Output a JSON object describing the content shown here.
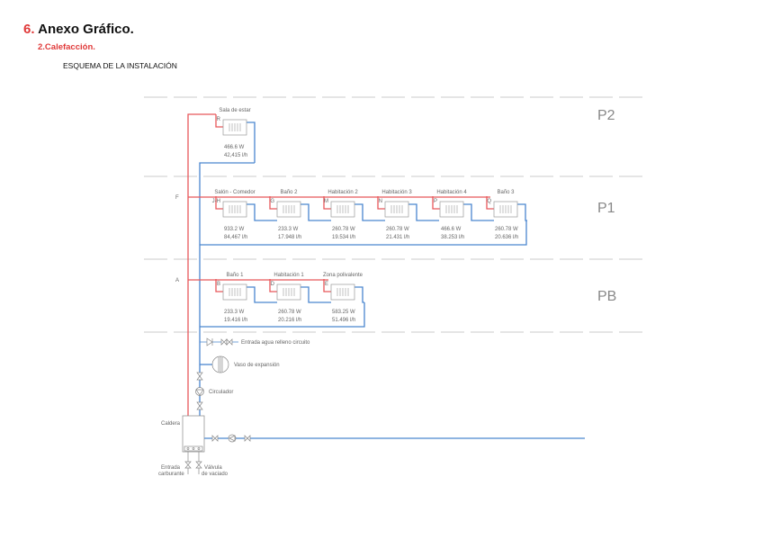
{
  "header": {
    "section_number": "6.",
    "section_title": "Anexo Gráfico.",
    "subsection": "2.Calefacción.",
    "heading": "ESQUEMA DE LA INSTALACIÓN"
  },
  "colors": {
    "supply": "#e8585b",
    "return": "#4a86cf",
    "accent": "#e03a3a"
  },
  "levels": {
    "p2": "P2",
    "p1": "P1",
    "pb": "PB"
  },
  "nodes": {
    "f": "F",
    "a": "A"
  },
  "rooms": [
    {
      "name": "Sala de estar",
      "tag": "R",
      "power": "466.6 W",
      "flow": "42,415 l/h"
    },
    {
      "name": "Salón - Comedor",
      "tag": "J-H",
      "power": "933.2 W",
      "flow": "84,467 l/h"
    },
    {
      "name": "Baño 2",
      "tag": "G",
      "power": "233.3  W",
      "flow": "17.948 l/h"
    },
    {
      "name": "Habitación 2",
      "tag": "M",
      "power": "260.78  W",
      "flow": "19.534 l/h"
    },
    {
      "name": "Habitación 3",
      "tag": "N",
      "power": "260.78  W",
      "flow": "21.431 l/h"
    },
    {
      "name": "Habitación 4",
      "tag": "P",
      "power": "466.6  W",
      "flow": "38.253 l/h"
    },
    {
      "name": "Baño 3",
      "tag": "Q",
      "power": "260.78  W",
      "flow": "20.636 l/h"
    },
    {
      "name": "Baño 1",
      "tag": "B",
      "power": "233.3  W",
      "flow": "19.416 l/h"
    },
    {
      "name": "Habitación 1",
      "tag": "D",
      "power": "260.78  W",
      "flow": "20.216 l/h"
    },
    {
      "name": "Zona polivalente",
      "tag": "E",
      "power": "583.25  W",
      "flow": "51.496 l/h"
    }
  ],
  "components": {
    "fill_inlet": "Entrada agua relleno circuito",
    "expansion_vessel": "Vaso de expansión",
    "circulator": "Circulador",
    "boiler": "Caldera",
    "fuel_inlet_1": "Entrada",
    "fuel_inlet_2": "carburante",
    "drain_valve_1": "Válvula",
    "drain_valve_2": "de vaciado"
  }
}
